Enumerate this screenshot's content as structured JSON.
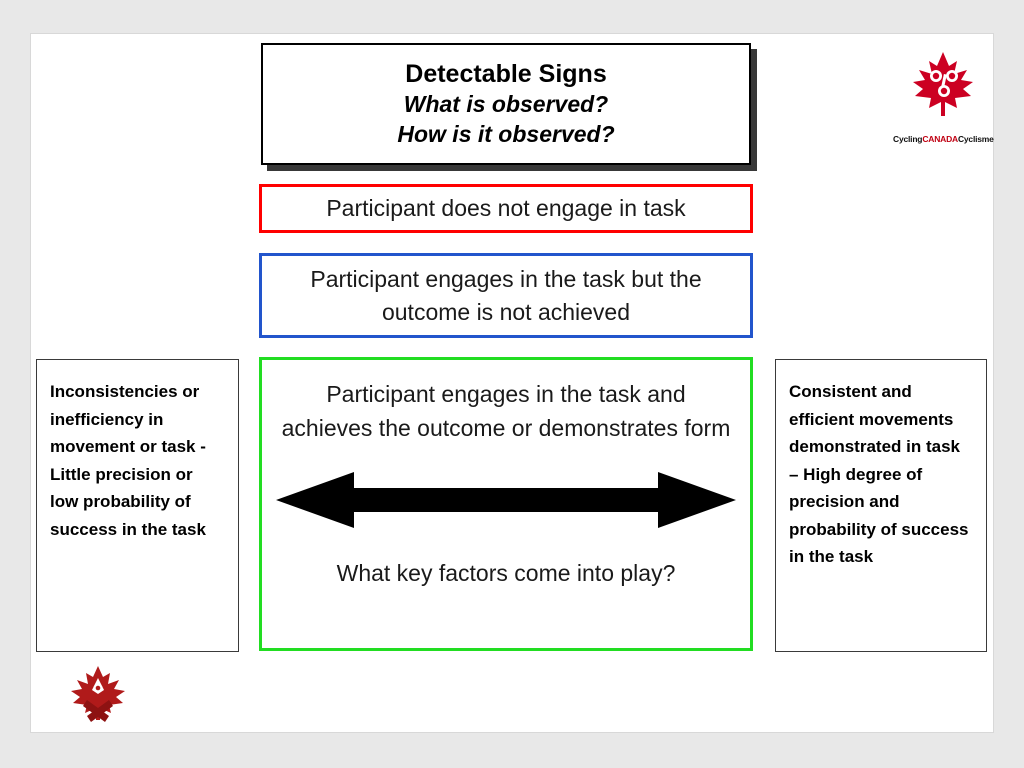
{
  "slide": {
    "title": {
      "line1": "Detectable Signs",
      "line2": "What is observed?",
      "line3": "How is it observed?"
    },
    "boxes": {
      "red": {
        "text": "Participant does not engage in task",
        "color": "#ff0000"
      },
      "blue": {
        "text": "Participant engages in the task but the outcome is not achieved",
        "color": "#2255cc"
      },
      "green": {
        "top_text": "Participant engages in the task and achieves the outcome or demonstrates form",
        "bottom_text": "What key factors come into play?",
        "color": "#22dd22"
      },
      "left": {
        "text": "Inconsistencies or inefficiency in movement or task  - Little precision or low probability of success in the task",
        "color": "#3a3a3a"
      },
      "right": {
        "text": "Consistent and efficient movements demonstrated in task – High degree of precision and probability of success in the task",
        "color": "#3a3a3a"
      }
    },
    "arrow": {
      "name": "double-headed-arrow",
      "color": "#000000"
    },
    "logos": {
      "cycling_canada": {
        "line_cycling": "Cycling",
        "line_canada": "CANADA",
        "line_cyclisme": "Cyclisme",
        "leaf_color": "#cc0022"
      },
      "bottom_left": {
        "name": "maple-leaf-athlete-logo",
        "colors": [
          "#b01a1a",
          "#8d1212",
          "#ffffff"
        ]
      }
    }
  }
}
